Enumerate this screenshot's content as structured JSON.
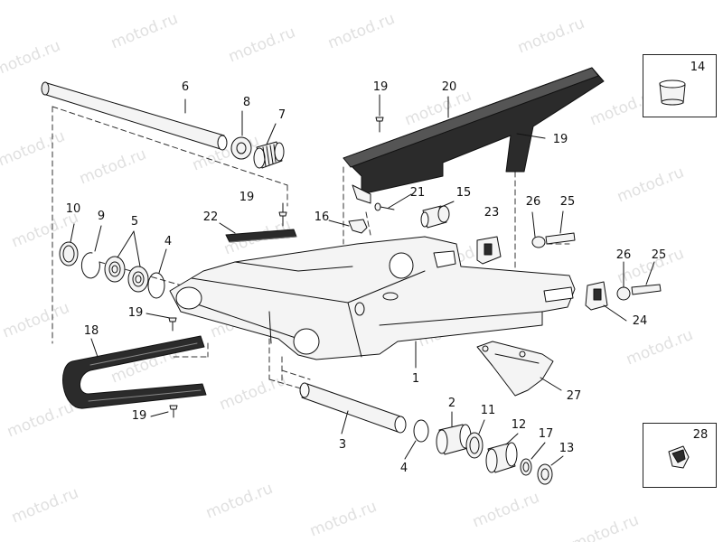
{
  "watermark": "motod.ru",
  "callouts": {
    "c1": "1",
    "c2": "2",
    "c3": "3",
    "c4a": "4",
    "c4b": "4",
    "c5": "5",
    "c6": "6",
    "c7": "7",
    "c8": "8",
    "c9": "9",
    "c10": "10",
    "c11": "11",
    "c12": "12",
    "c13": "13",
    "c14": "14",
    "c15": "15",
    "c16": "16",
    "c17": "17",
    "c18": "18",
    "c19a": "19",
    "c19b": "19",
    "c19c": "19",
    "c19d": "19",
    "c19e": "19",
    "c20": "20",
    "c21": "21",
    "c22": "22",
    "c23": "23",
    "c24": "24",
    "c25a": "25",
    "c25b": "25",
    "c26a": "26",
    "c26b": "26",
    "c27": "27",
    "c28": "28"
  },
  "colors": {
    "line": "#111111",
    "part_fill": "#f4f4f4",
    "dark_fill": "#2b2b2b",
    "watermark": "#c7c7c7"
  }
}
